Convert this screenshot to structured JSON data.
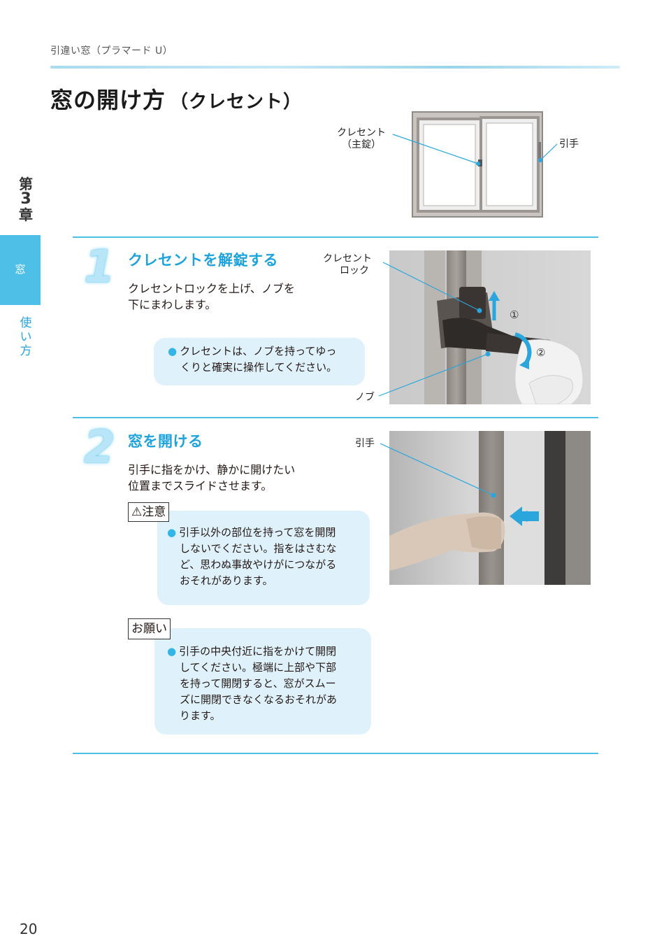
{
  "header": {
    "breadcrumb": "引違い窓（プラマード U）",
    "title": "窓の開け方",
    "title_sub": "（クレセント）"
  },
  "sidebar": {
    "chapter_prefix": "第",
    "chapter_number": "3",
    "chapter_suffix": "章",
    "active_tab": "窓",
    "inactive_tab": [
      "使",
      "い",
      "方"
    ]
  },
  "overview_diagram": {
    "crescent_label_line1": "クレセント",
    "crescent_label_line2": "（主錠）",
    "handle_label": "引手"
  },
  "steps": [
    {
      "number": "1",
      "heading": "クレセントを解錠する",
      "body_line1": "クレセントロックを上げ、ノブを",
      "body_line2": "下にまわします。",
      "note_line1": "クレセントは、ノブを持ってゆっ",
      "note_line2": "くりと確実に操作してください。",
      "photo_labels": {
        "lock_line1": "クレセント",
        "lock_line2": "ロック",
        "knob": "ノブ",
        "mark1": "①",
        "mark2": "②"
      }
    },
    {
      "number": "2",
      "heading": "窓を開ける",
      "body_line1": "引手に指をかけ、静かに開けたい",
      "body_line2": "位置までスライドさせます。",
      "photo_labels": {
        "handle": "引手"
      },
      "caution": {
        "label": "注意",
        "lines": [
          "引手以外の部位を持って窓を開閉",
          "しないでください。指をはさむな",
          "ど、思わぬ事故やけがにつながる",
          "おそれがあります。"
        ]
      },
      "request": {
        "label": "お願い",
        "lines": [
          "引手の中央付近に指をかけて開閉",
          "してください。極端に上部や下部",
          "を持って開閉すると、窓がスムー",
          "ズに開閉できなくなるおそれがあ",
          "ります。"
        ]
      }
    }
  ],
  "page_number": "20",
  "colors": {
    "accent": "#4ec0e8",
    "heading": "#1ea3dc",
    "note_bg": "#dff2fb"
  }
}
